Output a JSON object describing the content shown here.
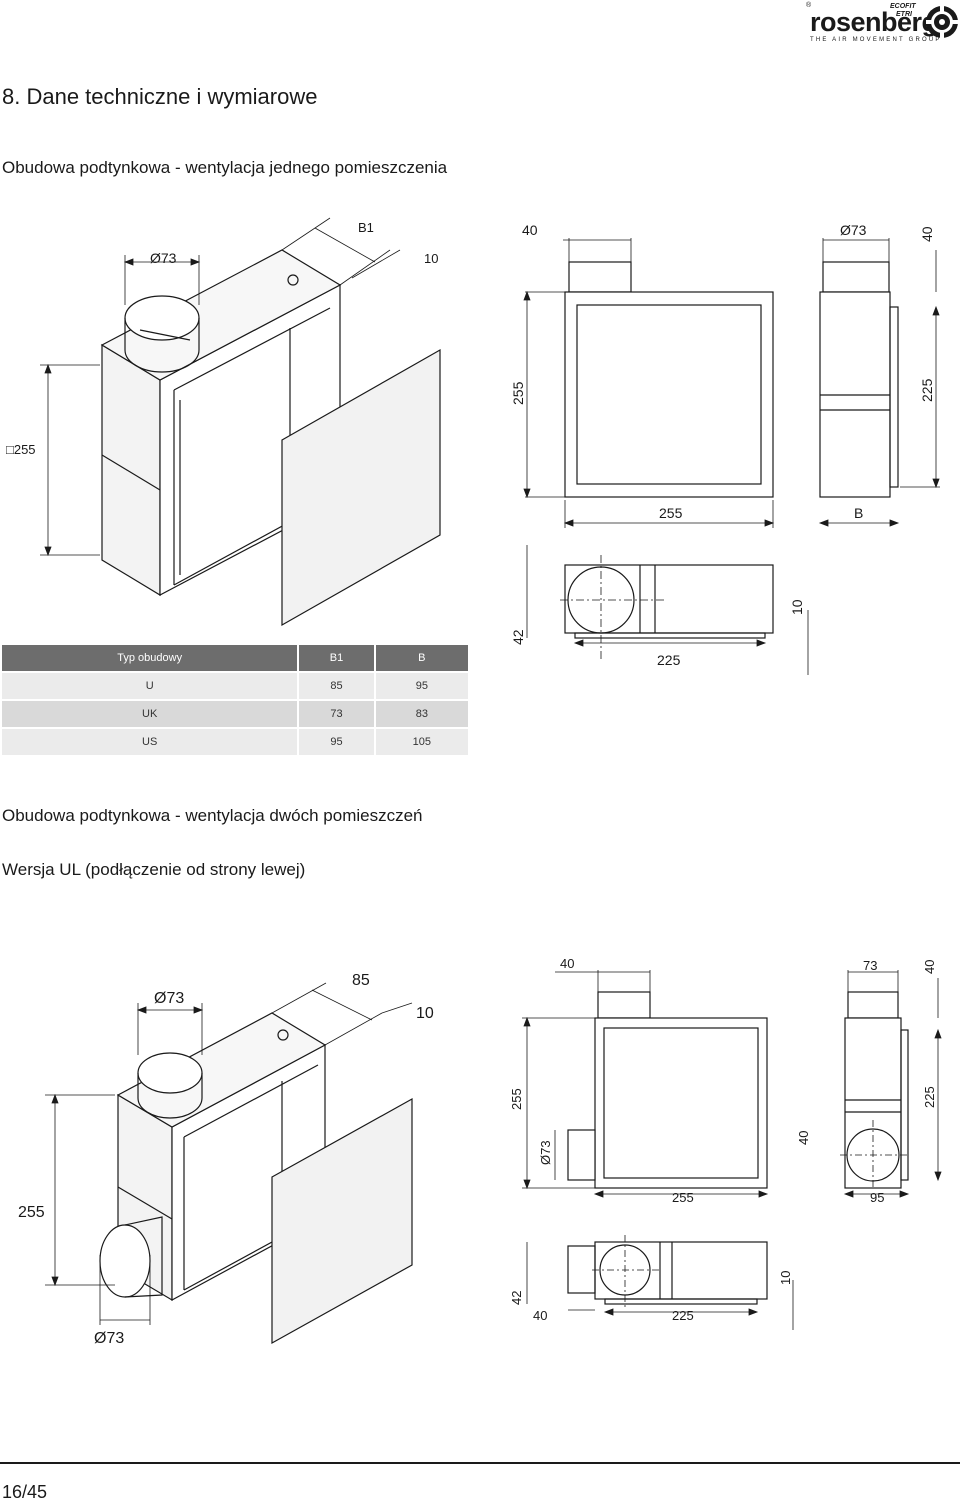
{
  "logo": {
    "brand": "rosenberg",
    "tagline": "THE AIR MOVEMENT GROUP",
    "sub_brands": [
      "ECOFIT",
      "ETRI"
    ],
    "registered": "®"
  },
  "section_title": "8. Dane techniczne i wymiarowe",
  "subsection_1": "Obudowa podtynkowa - wentylacja jednego pomieszczenia",
  "subsection_2": "Obudowa podtynkowa - wentylacja dwóch pomieszczeń",
  "subsection_3": "Wersja UL (podłączenie od strony lewej)",
  "drawing_1": {
    "iso": {
      "d_duct": "Ø73",
      "b1": "B1",
      "gap": "10",
      "height": "□255"
    },
    "front": {
      "top": "40",
      "height": "255",
      "width": "255"
    },
    "side": {
      "d_duct": "Ø73",
      "top": "40",
      "height": "225",
      "width": "B"
    },
    "bottom": {
      "depth": "42",
      "width": "225",
      "gap": "10"
    }
  },
  "table": {
    "headers": [
      "Typ obudowy",
      "B1",
      "B"
    ],
    "rows": [
      [
        "U",
        "85",
        "95"
      ],
      [
        "UK",
        "73",
        "83"
      ],
      [
        "US",
        "95",
        "105"
      ]
    ]
  },
  "drawing_2": {
    "iso": {
      "d_duct_top": "Ø73",
      "b1": "85",
      "gap": "10",
      "height": "255",
      "d_duct_side": "Ø73"
    },
    "front": {
      "top": "40",
      "height": "255",
      "d_duct": "Ø73",
      "width": "255"
    },
    "side": {
      "width_top": "73",
      "top": "40",
      "height": "225",
      "lower": "40",
      "width": "95"
    },
    "bottom": {
      "depth": "42",
      "left": "40",
      "width": "225",
      "gap": "10"
    }
  },
  "page_number": "16/45"
}
